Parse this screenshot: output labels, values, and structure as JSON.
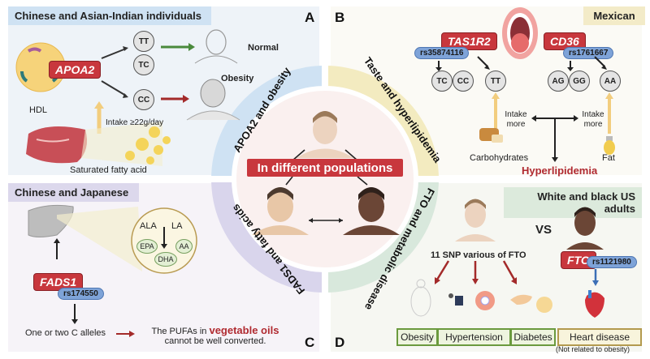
{
  "figure": {
    "center": {
      "label": "In different populations",
      "color": "#c8373d"
    },
    "panels": {
      "A": {
        "letter": "A",
        "population": "Chinese and Asian-Indian individuals",
        "ring_label": "APOA2 and obesity",
        "gene": "APOA2",
        "hdl_label": "HDL",
        "genotypes": [
          "TT",
          "TC",
          "CC"
        ],
        "outcomes": {
          "normal": "Normal",
          "obesity": "Obesity"
        },
        "intake": "Intake ≥22g/day",
        "source": "Saturated fatty acid",
        "colors": {
          "bg": "#eef3f8",
          "tag": "#cfe2f3",
          "ring": "#cfe2f3"
        }
      },
      "B": {
        "letter": "B",
        "population": "Mexican",
        "ring_label": "Taste and hyperlipidemia",
        "genes": [
          {
            "name": "TAS1R2",
            "snp": "rs35874116",
            "genotypes": [
              "TC",
              "CC",
              "TT"
            ]
          },
          {
            "name": "CD36",
            "snp": "rs1761667",
            "genotypes": [
              "AG",
              "GG",
              "AA"
            ]
          }
        ],
        "intake_left": "Intake more",
        "intake_right": "Intake more",
        "food_left": "Carbohydrates",
        "food_right": "Fat",
        "result": "Hyperlipidemia",
        "colors": {
          "bg": "#fbfaf5",
          "tag": "#f3ebc8",
          "ring": "#f3ebc0"
        }
      },
      "C": {
        "letter": "C",
        "population": "Chinese and Japanese",
        "ring_label": "FADS1 and fatty acids",
        "gene": "FADS1",
        "snp": "rs174550",
        "fatty_acids": {
          "precursors": [
            "ALA",
            "LA"
          ],
          "products": [
            "EPA",
            "DHA",
            "AA"
          ]
        },
        "alleles": "One or two C alleles",
        "effect_prefix": "The PUFAs in",
        "effect_highlight": "vegetable oils",
        "effect_suffix": "cannot be well converted.",
        "colors": {
          "bg": "#f6f3f8",
          "tag": "#dcd8ec",
          "ring": "#d9d5ec"
        }
      },
      "D": {
        "letter": "D",
        "population": "White and black US adults",
        "ring_label": "FTO and metabolic disease",
        "vs": "VS",
        "snp_desc": "11 SNP various of FTO",
        "gene": "FTO",
        "snp": "rs1121980",
        "outcomes": [
          "Obesity",
          "Hypertension",
          "Diabetes"
        ],
        "heart": "Heart disease",
        "heart_note": "(Not related to obesity)",
        "colors": {
          "bg": "#f6f7f2",
          "tag": "#dceadc",
          "ring": "#d8e8dc"
        }
      }
    }
  }
}
